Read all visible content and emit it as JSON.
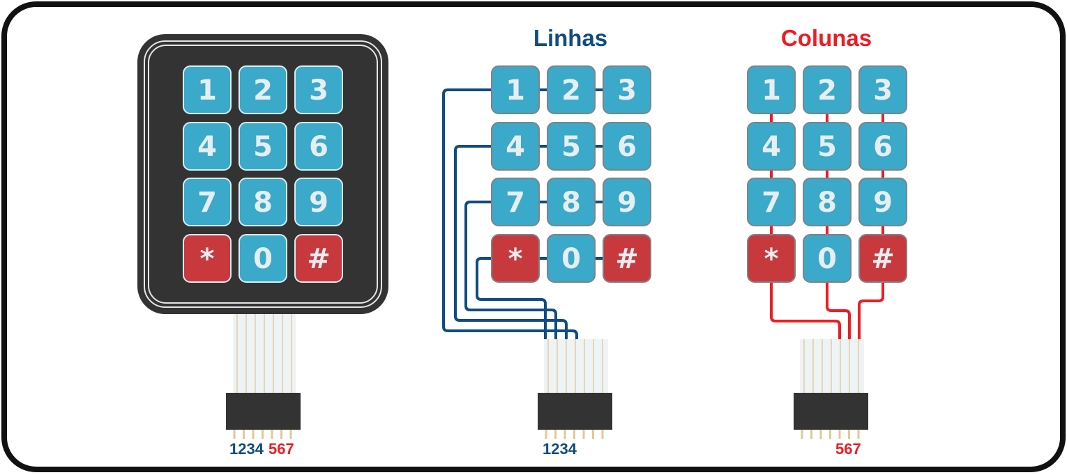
{
  "colors": {
    "rows": "#0f4c81",
    "columns": "#ee1c24",
    "key_blue": "#3ba9c9",
    "key_red": "#c8393d",
    "pad_body": "#333333"
  },
  "keys": [
    "1",
    "2",
    "3",
    "4",
    "5",
    "6",
    "7",
    "8",
    "9",
    "*",
    "0",
    "#"
  ],
  "key_colors": [
    "blue",
    "blue",
    "blue",
    "blue",
    "blue",
    "blue",
    "blue",
    "blue",
    "blue",
    "red",
    "blue",
    "red"
  ],
  "panels": [
    {
      "title": "",
      "pin_labels": [
        {
          "text": "1234",
          "color_role": "rows"
        },
        {
          "text": "567",
          "color_role": "columns"
        }
      ]
    },
    {
      "title": "Linhas",
      "title_color_role": "rows",
      "pin_labels": [
        {
          "text": "1234",
          "color_role": "rows"
        }
      ]
    },
    {
      "title": "Colunas",
      "title_color_role": "columns",
      "pin_labels": [
        {
          "text": "567",
          "color_role": "columns"
        }
      ]
    }
  ]
}
